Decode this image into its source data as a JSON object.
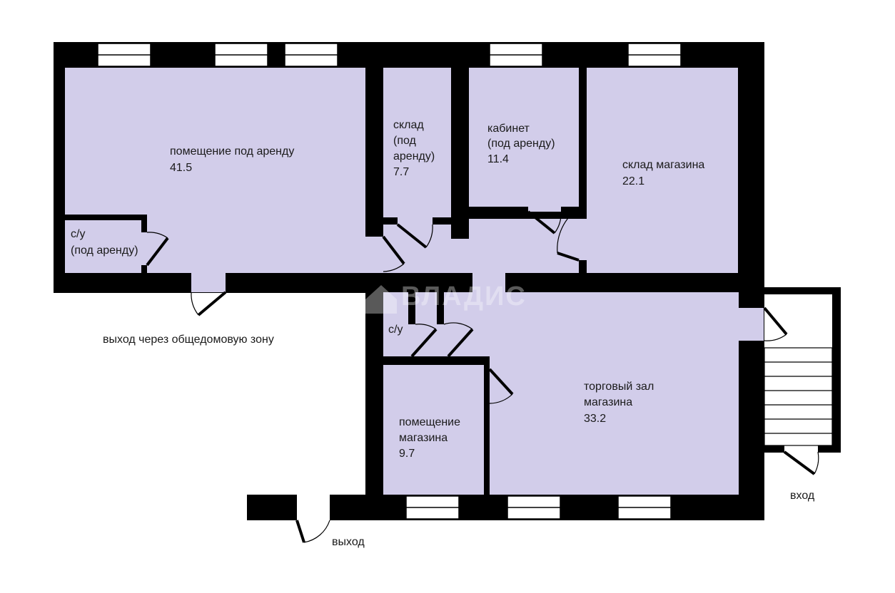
{
  "rooms": [
    {
      "id": "rent-room",
      "lines": [
        "помещение под аренду",
        "41.5"
      ]
    },
    {
      "id": "storage-rent",
      "lines": [
        "склад",
        "(под",
        "аренду)",
        "7.7"
      ]
    },
    {
      "id": "office-rent",
      "lines": [
        "кабинет",
        "(под аренду)",
        "11.4"
      ]
    },
    {
      "id": "shop-storage",
      "lines": [
        "склад магазина",
        "22.1"
      ]
    },
    {
      "id": "wc-rent",
      "lines": [
        "с/у",
        "(под аренду)"
      ]
    },
    {
      "id": "wc-shop",
      "lines": [
        "с/у"
      ]
    },
    {
      "id": "shop-room",
      "lines": [
        "помещение",
        "магазина",
        "9.7"
      ]
    },
    {
      "id": "sales-hall",
      "lines": [
        "торговый зал",
        "магазина",
        "33.2"
      ]
    }
  ],
  "labels": {
    "common_exit": "выход через общедомовую зону",
    "entrance": "вход",
    "exit": "выход"
  },
  "watermark": "ВЛАДИС",
  "colors": {
    "room_fill": "#d2cdea",
    "wall": "#000000",
    "background": "#ffffff"
  }
}
